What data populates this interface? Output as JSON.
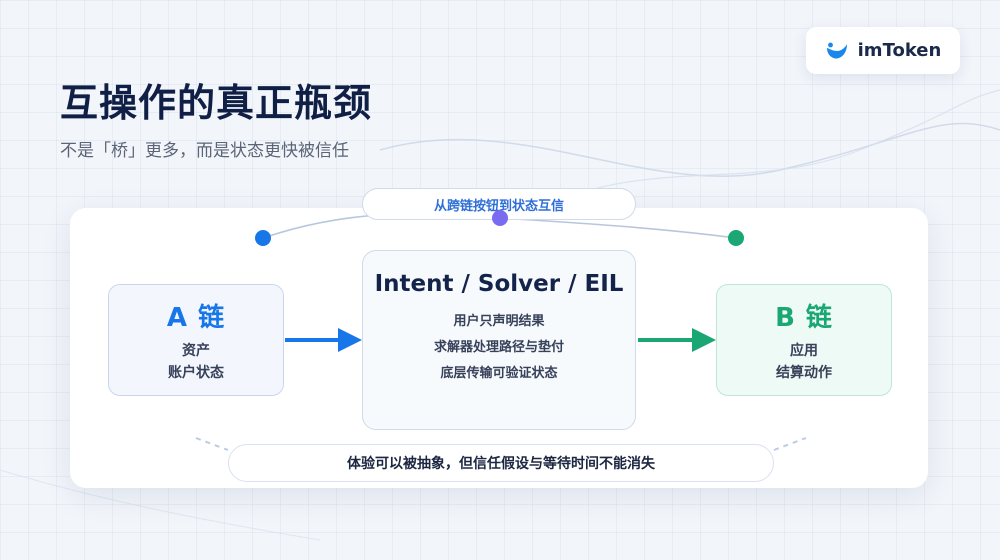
{
  "brand": {
    "name": "imToken",
    "icon": "imtoken-wave-icon",
    "color": "#1a87ea"
  },
  "slide": {
    "title": "互操作的真正瓶颈",
    "subtitle": "不是「桥」更多，而是状态更快被信任"
  },
  "diagram": {
    "top_label": "从跨链按钮到状态互信",
    "chain_a": {
      "title": "A 链",
      "lines": [
        "资产",
        "账户状态"
      ],
      "color": "#1777e8"
    },
    "center": {
      "title": "Intent / Solver / EIL",
      "lines": [
        "用户只声明结果",
        "求解器处理路径与垫付",
        "底层传输可验证状态"
      ]
    },
    "chain_b": {
      "title": "B 链",
      "lines": [
        "应用",
        "结算动作"
      ],
      "color": "#1aa773"
    },
    "bottom_note": "体验可以被抽象，但信任假设与等待时间不能消失",
    "node_colors": [
      "#1777e8",
      "#7a6cf0",
      "#1aa773"
    ]
  }
}
